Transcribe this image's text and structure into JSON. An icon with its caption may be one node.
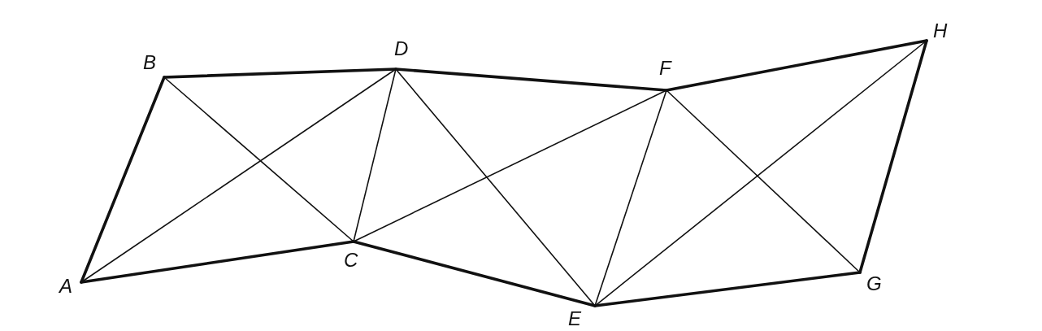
{
  "diagram": {
    "nodes": [
      {
        "text": [
          "A"
        ]
      },
      {
        "text": [
          "B"
        ]
      },
      {
        "text": [
          "C"
        ]
      },
      {
        "text": [
          "D"
        ]
      },
      {
        "text": [
          "E"
        ]
      },
      {
        "text": [
          "F"
        ]
      },
      {
        "text": [
          "G"
        ]
      },
      {
        "text": [
          "H"
        ]
      }
    ],
    "edges": [
      {
        "from": 0,
        "to": 1,
        "arrow": "none",
        "style": "thick"
      },
      {
        "from": 1,
        "to": 3,
        "arrow": "none",
        "style": "thick"
      },
      {
        "from": 3,
        "to": 5,
        "arrow": "none",
        "style": "thick"
      },
      {
        "from": 5,
        "to": 7,
        "arrow": "none",
        "style": "thick"
      },
      {
        "from": 7,
        "to": 6,
        "arrow": "none",
        "style": "thick"
      },
      {
        "from": 6,
        "to": 4,
        "arrow": "none",
        "style": "thick"
      },
      {
        "from": 4,
        "to": 2,
        "arrow": "none",
        "style": "thick"
      },
      {
        "from": 2,
        "to": 0,
        "arrow": "none",
        "style": "thick"
      },
      {
        "from": 1,
        "to": 2,
        "arrow": "none"
      },
      {
        "from": 0,
        "to": 3,
        "arrow": "none"
      },
      {
        "from": 3,
        "to": 2,
        "arrow": "none"
      },
      {
        "from": 3,
        "to": 4,
        "arrow": "none"
      },
      {
        "from": 2,
        "to": 5,
        "arrow": "none"
      },
      {
        "from": 5,
        "to": 4,
        "arrow": "none"
      },
      {
        "from": 4,
        "to": 7,
        "arrow": "none"
      },
      {
        "from": 5,
        "to": 6,
        "arrow": "none"
      }
    ]
  }
}
